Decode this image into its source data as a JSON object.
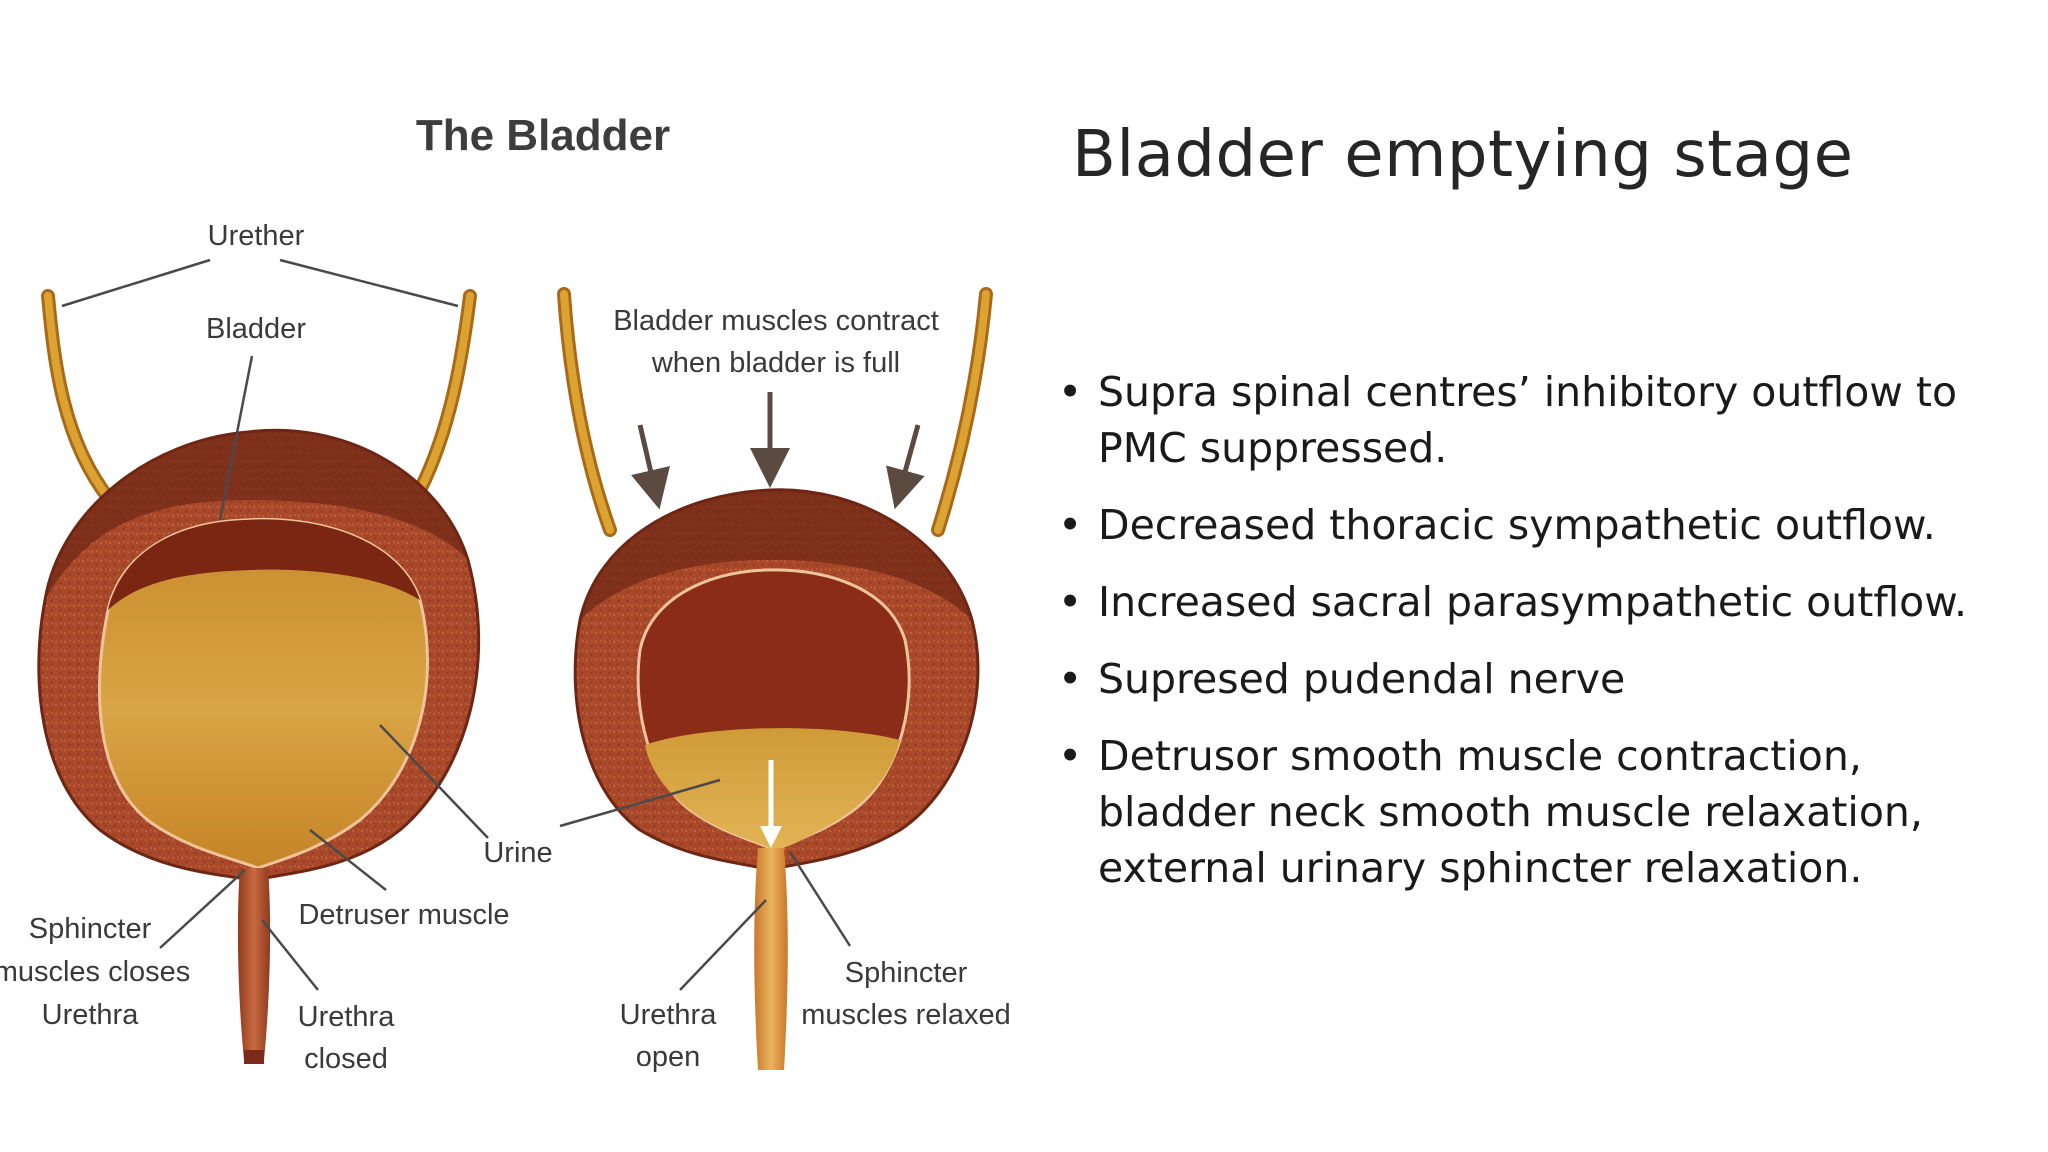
{
  "slide": {
    "title": "Bladder emptying stage",
    "bullet_glyph": "•",
    "bullets": [
      "Supra spinal centres’ inhibitory outflow to PMC suppressed.",
      "Decreased thoracic sympathetic outflow.",
      "Increased sacral parasympathetic outflow.",
      "Supresed pudendal nerve",
      "Detrusor smooth muscle contraction, bladder neck smooth muscle relaxation, external urinary sphincter relaxation."
    ]
  },
  "figure": {
    "title": "The Bladder",
    "labels": {
      "ureter": "Urether",
      "bladder": "Bladder",
      "contract_line1": "Bladder muscles contract",
      "contract_line2": "when bladder is full",
      "urine": "Urine",
      "detrusor": "Detruser muscle",
      "sphincter_closed_line1": "Sphincter",
      "sphincter_closed_line2": "muscles closes",
      "sphincter_closed_line3": "Urethra",
      "urethra_closed_line1": "Urethra",
      "urethra_closed_line2": "closed",
      "urethra_open_line1": "Urethra",
      "urethra_open_line2": "open",
      "sphincter_relaxed_line1": "Sphincter",
      "sphincter_relaxed_line2": "muscles relaxed"
    },
    "colors": {
      "wall": "#a8482a",
      "wall_dark": "#7a2a16",
      "cavity": "#8a2c18",
      "urine": "#c98a2c",
      "urine_light": "#e0b04e",
      "ureter": "#d49628",
      "urethra": "#b4532e"
    }
  }
}
